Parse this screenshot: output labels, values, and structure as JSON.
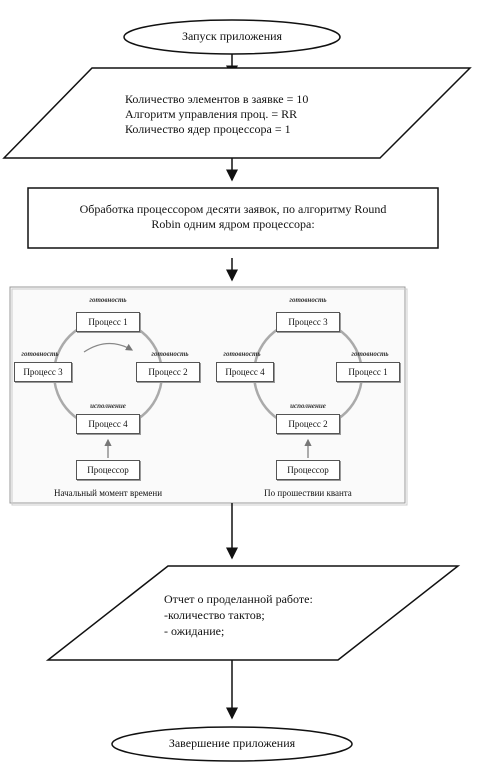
{
  "start": "Запуск приложения",
  "input": {
    "line1": "Количество элементов в заявке = 10",
    "line2": "Алгоритм управления проц. = RR",
    "line3": "Количество ядер процессора = 1"
  },
  "process_text": {
    "line1": "Обработка процессором десяти заявок, по алгоритму Round",
    "line2": "Robin одним ядром процессора:"
  },
  "illustration": {
    "left": {
      "top_label": "готовность",
      "left_label": "готовность",
      "right_label": "готовность",
      "bottom_label": "исполнение",
      "p_top": "Процесс 1",
      "p_left": "Процесс 3",
      "p_right": "Процесс 2",
      "p_bottom": "Процесс 4",
      "cpu": "Процессор",
      "caption": "Начальный момент времени"
    },
    "right": {
      "top_label": "готовность",
      "left_label": "готовность",
      "right_label": "готовность",
      "bottom_label": "исполнение",
      "p_top": "Процесс 3",
      "p_left": "Процесс 4",
      "p_right": "Процесс 1",
      "p_bottom": "Процесс 2",
      "cpu": "Процессор",
      "caption": "По прошествии кванта"
    }
  },
  "report": {
    "line1": "Отчет о проделанной работе:",
    "line2": "-количество тактов;",
    "line3": "- ожидание;"
  },
  "end": "Завершение приложения"
}
